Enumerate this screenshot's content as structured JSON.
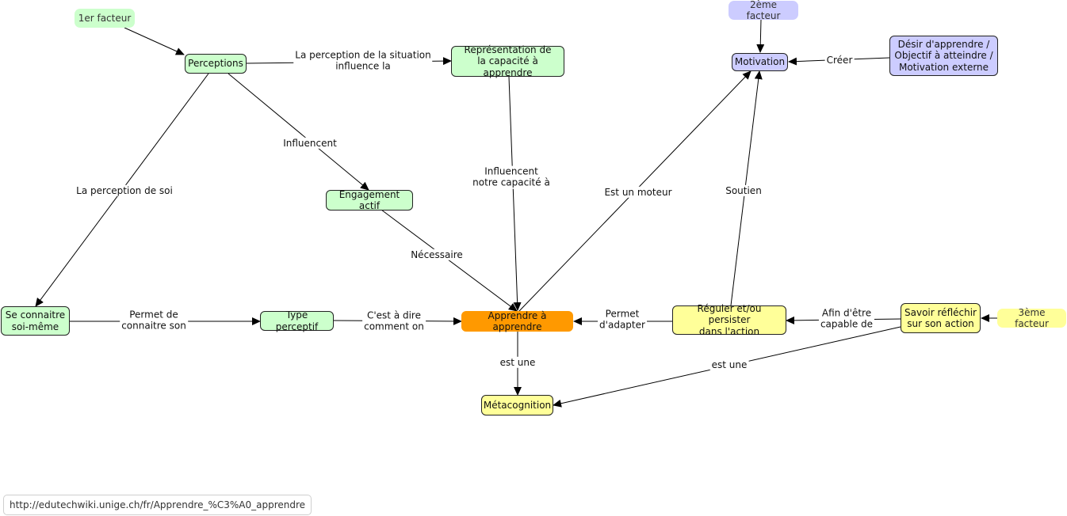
{
  "nodes": {
    "factor1": "1er facteur",
    "perceptions": "Perceptions",
    "representation": "Représentation de\nla capacité à apprendre",
    "factor2": "2ème facteur",
    "motivation": "Motivation",
    "desir": "Désir d'apprendre /\nObjectif à atteindre /\nMotivation externe",
    "engagement": "Engagement actif",
    "se_connaitre": "Se connaitre\nsoi-même",
    "type_perceptif": "Type perceptif",
    "apprendre": "Apprendre à apprendre",
    "reguler": "Réguler et/ou persister\ndans l'action",
    "savoir": "Savoir réfléchir\nsur son action",
    "factor3": "3ème facteur",
    "metacognition": "Métacognition"
  },
  "edge_labels": {
    "perception_situation": "La perception de la situation\ninfluence la",
    "influencent": "Influencent",
    "perception_soi": "La perception de soi",
    "influencent_capacite": "Influencent\nnotre capacité à",
    "est_un_moteur": "Est un moteur",
    "soutien": "Soutien",
    "creer": "Créer",
    "necessaire": "Nécessaire",
    "permet_connaitre": "Permet de\nconnaitre son",
    "cest_a_dire": "C'est à dire\ncomment on",
    "permet_adapter": "Permet\nd'adapter",
    "afin_de": "Afin d'être\ncapable de",
    "est_une_1": "est une",
    "est_une_2": "est une"
  },
  "source_url": "http://edutechwiki.unige.ch/fr/Apprendre_%C3%A0_apprendre",
  "colors": {
    "green": "#ccffcc",
    "yellow": "#ffff99",
    "blue": "#ccccff",
    "orange": "#ff9900"
  }
}
